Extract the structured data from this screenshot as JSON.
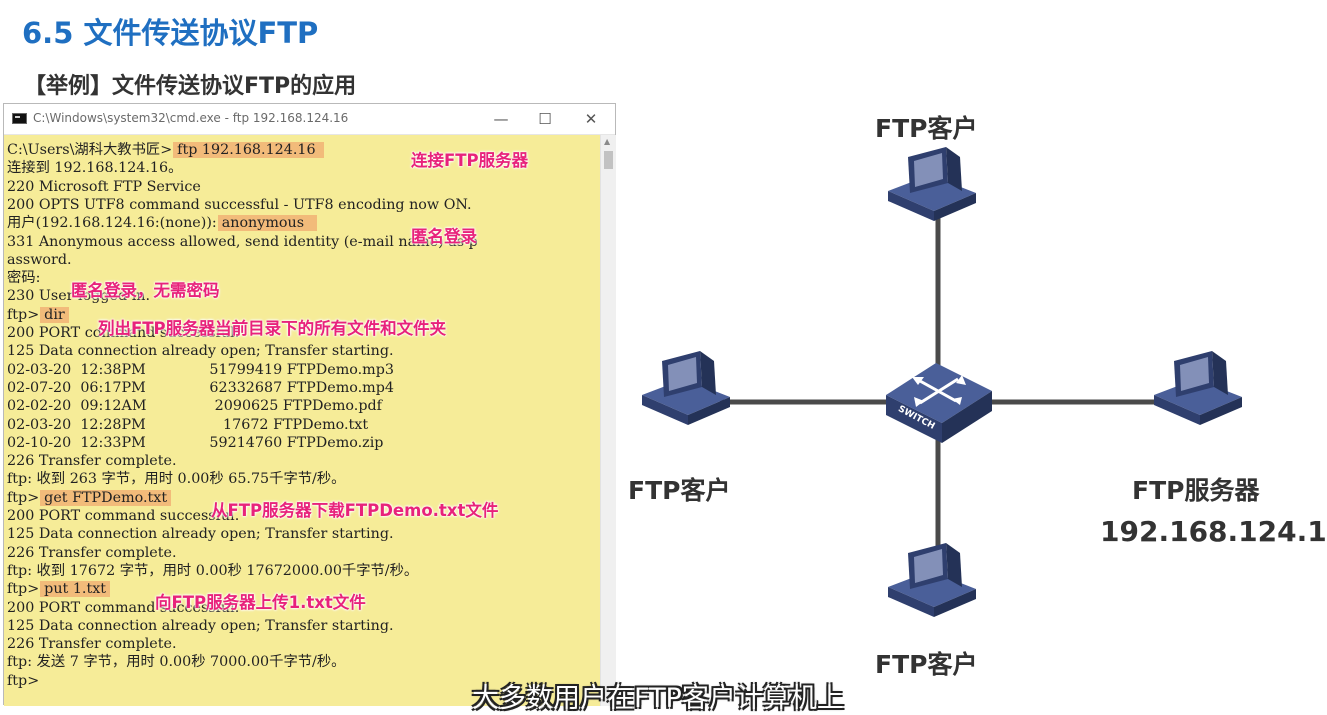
{
  "slide": {
    "title": "6.5 文件传送协议FTP",
    "subtitle": "【举例】文件传送协议FTP的应用"
  },
  "window": {
    "title": "C:\\Windows\\system32\\cmd.exe - ftp  192.168.124.16",
    "buttons": {
      "minimize": "—",
      "maximize": "☐",
      "close": "✕"
    }
  },
  "console": {
    "lines": [
      {
        "text": "C:\\Users\\湖科大教书匠>",
        "cmd": "ftp 192.168.124.16 "
      },
      {
        "text": "连接到 192.168.124.16。"
      },
      {
        "text": "220 Microsoft FTP Service"
      },
      {
        "text": "200 OPTS UTF8 command successful - UTF8 encoding now ON."
      },
      {
        "text": "用户(192.168.124.16:(none)):",
        "cmd": "anonymous  "
      },
      {
        "text": "331 Anonymous access allowed, send identity (e-mail name) as p"
      },
      {
        "text": "assword."
      },
      {
        "text": "密码:"
      },
      {
        "text": "230 User logged in."
      },
      {
        "text": "ftp>",
        "cmd": "dir"
      },
      {
        "text": "200 PORT command successful."
      },
      {
        "text": "125 Data connection already open; Transfer starting."
      },
      {
        "text": "02-03-20  12:38PM              51799419 FTPDemo.mp3"
      },
      {
        "text": "02-07-20  06:17PM              62332687 FTPDemo.mp4"
      },
      {
        "text": "02-02-20  09:12AM               2090625 FTPDemo.pdf"
      },
      {
        "text": "02-03-20  12:28PM                 17672 FTPDemo.txt"
      },
      {
        "text": "02-10-20  12:33PM              59214760 FTPDemo.zip"
      },
      {
        "text": "226 Transfer complete."
      },
      {
        "text": "ftp: 收到 263 字节，用时 0.00秒 65.75千字节/秒。"
      },
      {
        "text": "ftp>",
        "cmd": "get FTPDemo.txt"
      },
      {
        "text": "200 PORT command successful."
      },
      {
        "text": "125 Data connection already open; Transfer starting."
      },
      {
        "text": "226 Transfer complete."
      },
      {
        "text": "ftp: 收到 17672 字节，用时 0.00秒 17672000.00千字节/秒。"
      },
      {
        "text": "ftp>",
        "cmd": "put 1.txt"
      },
      {
        "text": "200 PORT command successful."
      },
      {
        "text": "125 Data connection already open; Transfer starting."
      },
      {
        "text": "226 Transfer complete."
      },
      {
        "text": "ftp: 发送 7 字节，用时 0.00秒 7000.00千字节/秒。"
      },
      {
        "text": "ftp>"
      }
    ]
  },
  "annotations": {
    "connect": "连接FTP服务器",
    "anon_login": "匿名登录",
    "no_password": "匿名登录，无需密码",
    "dir": "列出FTP服务器当前目录下的所有文件和文件夹",
    "get": "从FTP服务器下载FTPDemo.txt文件",
    "put": "向FTP服务器上传1.txt文件"
  },
  "diagram": {
    "client_top": "FTP客户",
    "client_left": "FTP客户",
    "client_bottom": "FTP客户",
    "server": "FTP服务器",
    "server_ip": "192.168.124.1",
    "switch_label": "SWITCH",
    "colors": {
      "link": "#4a4a4a",
      "device": "#2f3f6e",
      "device_light": "#4a5f99"
    }
  },
  "caption": "大多数用户在FTP客户计算机上"
}
